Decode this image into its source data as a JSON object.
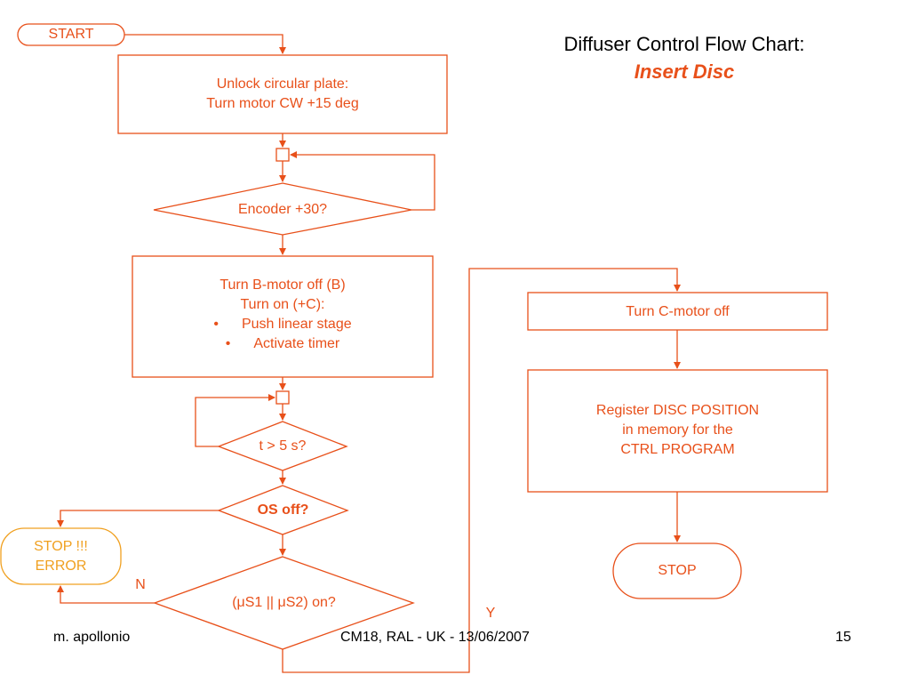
{
  "title": {
    "line1": "Diffuser Control Flow Chart:",
    "line2": "Insert Disc"
  },
  "nodes": {
    "start": "START",
    "unlock": {
      "line1": "Unlock circular plate:",
      "line2": "Turn motor CW +15 deg"
    },
    "encoder": "Encoder +30?",
    "b_motor": {
      "line1": "Turn B-motor off (B)",
      "line2": "Turn on (+C):",
      "bullets": [
        "Push linear stage",
        "Activate timer"
      ],
      "bullet_char": "•"
    },
    "timer": "t > 5 s?",
    "os_off": "OS off?",
    "switches": "(μS1 || μS2) on?",
    "error": {
      "line1": "STOP !!!",
      "line2": "ERROR"
    },
    "c_motor": "Turn C-motor off",
    "register": {
      "line1": "Register DISC POSITION",
      "line2": "in memory for the",
      "line3": "CTRL PROGRAM"
    },
    "stop": "STOP"
  },
  "branch_labels": {
    "no": "N",
    "yes": "Y"
  },
  "footer": {
    "author": "m. apollonio",
    "event": "CM18, RAL - UK - 13/06/2007",
    "page": "15"
  },
  "colors": {
    "flow": "#e8501a",
    "error": "#f0a020",
    "text": "#000000"
  }
}
